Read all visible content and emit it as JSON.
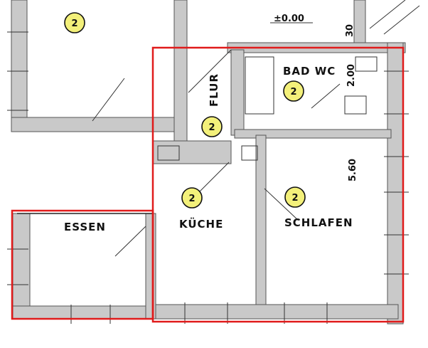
{
  "rooms": {
    "flur": "FLUR",
    "bad_wc": "BAD WC",
    "kueche": "KÜCHE",
    "schlafen": "SCHLAFEN",
    "essen": "ESSEN"
  },
  "dimensions": {
    "top_level": "±0.00",
    "bath_height": "2.00",
    "bedroom_height": "5.60",
    "small_top": "30"
  },
  "badges": {
    "top_left": "2",
    "flur": "2",
    "bad": "2",
    "kueche": "2",
    "schlafen": "2"
  },
  "colors": {
    "highlight": "#e01b1b",
    "badge_fill": "#f3f07a"
  }
}
